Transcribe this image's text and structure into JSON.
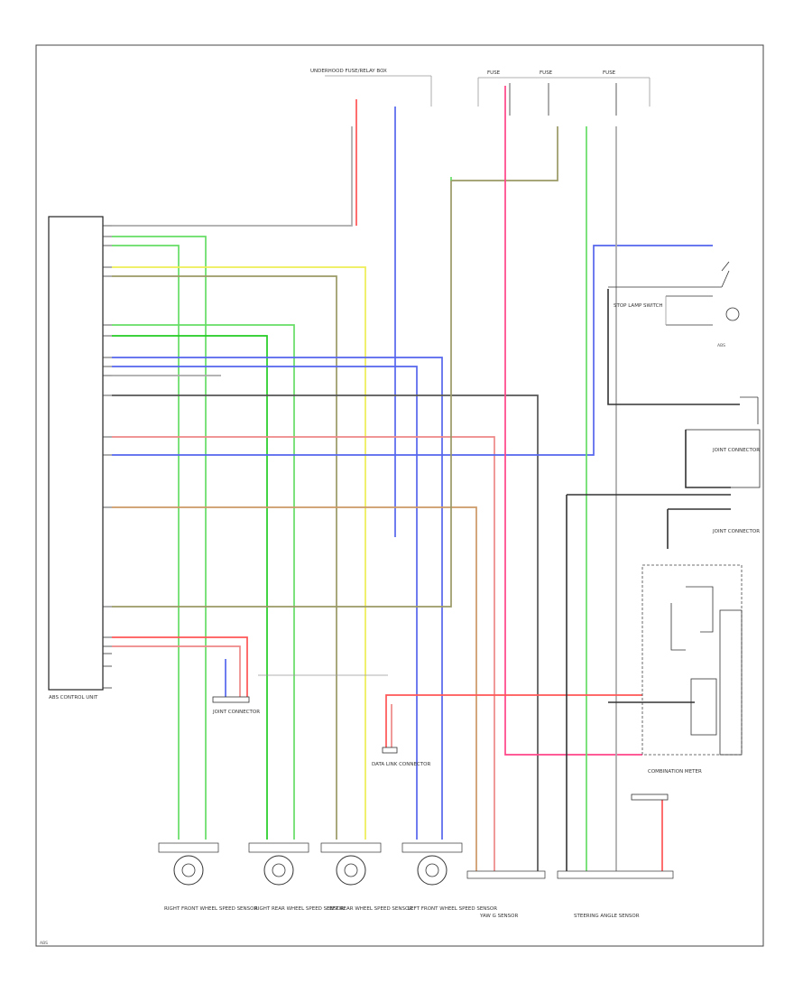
{
  "colors": {
    "green": "#66dd66",
    "bright_green": "#22cc22",
    "yellow": "#eeee55",
    "olive": "#999966",
    "blue": "#5566ee",
    "pink": "#ff4488",
    "red": "#ff5555",
    "salmon": "#ee8888",
    "tan": "#cc9966",
    "dark_gray": "#555555",
    "gray": "#aaaaaa"
  },
  "labels": {
    "abs_control_unit": "ABS CONTROL UNIT",
    "front_right_sensor": "RIGHT FRONT WHEEL SPEED SENSOR",
    "rear_right_sensor": "RIGHT REAR WHEEL SPEED SENSOR",
    "rear_left_sensor": "LEFT REAR WHEEL SPEED SENSOR",
    "front_left_sensor": "LEFT FRONT WHEEL SPEED SENSOR",
    "g_sensor": "YAW G SENSOR",
    "steering_angle_sensor": "STEERING ANGLE SENSOR",
    "combination_meter": "COMBINATION METER",
    "stop_lamp_switch": "STOP LAMP SWITCH",
    "data_link": "DATA LINK CONNECTOR",
    "joint_connector_1": "JOINT CONNECTOR",
    "joint_connector_2": "JOINT CONNECTOR",
    "joint_connector_3": "JOINT CONNECTOR",
    "fuse_box": "UNDERHOOD FUSE/RELAY BOX",
    "fuse_1": "FUSE",
    "fuse_2": "FUSE",
    "fuse_3": "FUSE",
    "footer": "ABS"
  }
}
